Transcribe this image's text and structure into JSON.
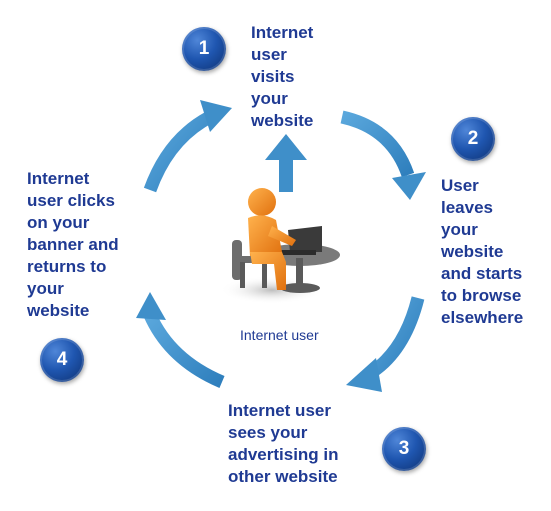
{
  "steps": [
    {
      "number": "1",
      "lines": [
        "Internet",
        "user",
        "visits",
        "your",
        "website"
      ]
    },
    {
      "number": "2",
      "lines": [
        "User",
        "leaves",
        "your",
        "website",
        "and starts",
        "to browse",
        "elsewhere"
      ]
    },
    {
      "number": "3",
      "lines": [
        "Internet user",
        "sees your",
        "advertising in",
        "other website"
      ]
    },
    {
      "number": "4",
      "lines": [
        "Internet",
        "user clicks",
        "on your",
        "banner and",
        "returns to",
        "your",
        "website"
      ]
    }
  ],
  "center": {
    "caption": "Internet user",
    "icon": "person-at-laptop-icon"
  },
  "colors": {
    "text": "#1F3A93",
    "arrow": "#3F8FC9",
    "badge": "#1F56B0",
    "figure": "#F08A1C"
  }
}
